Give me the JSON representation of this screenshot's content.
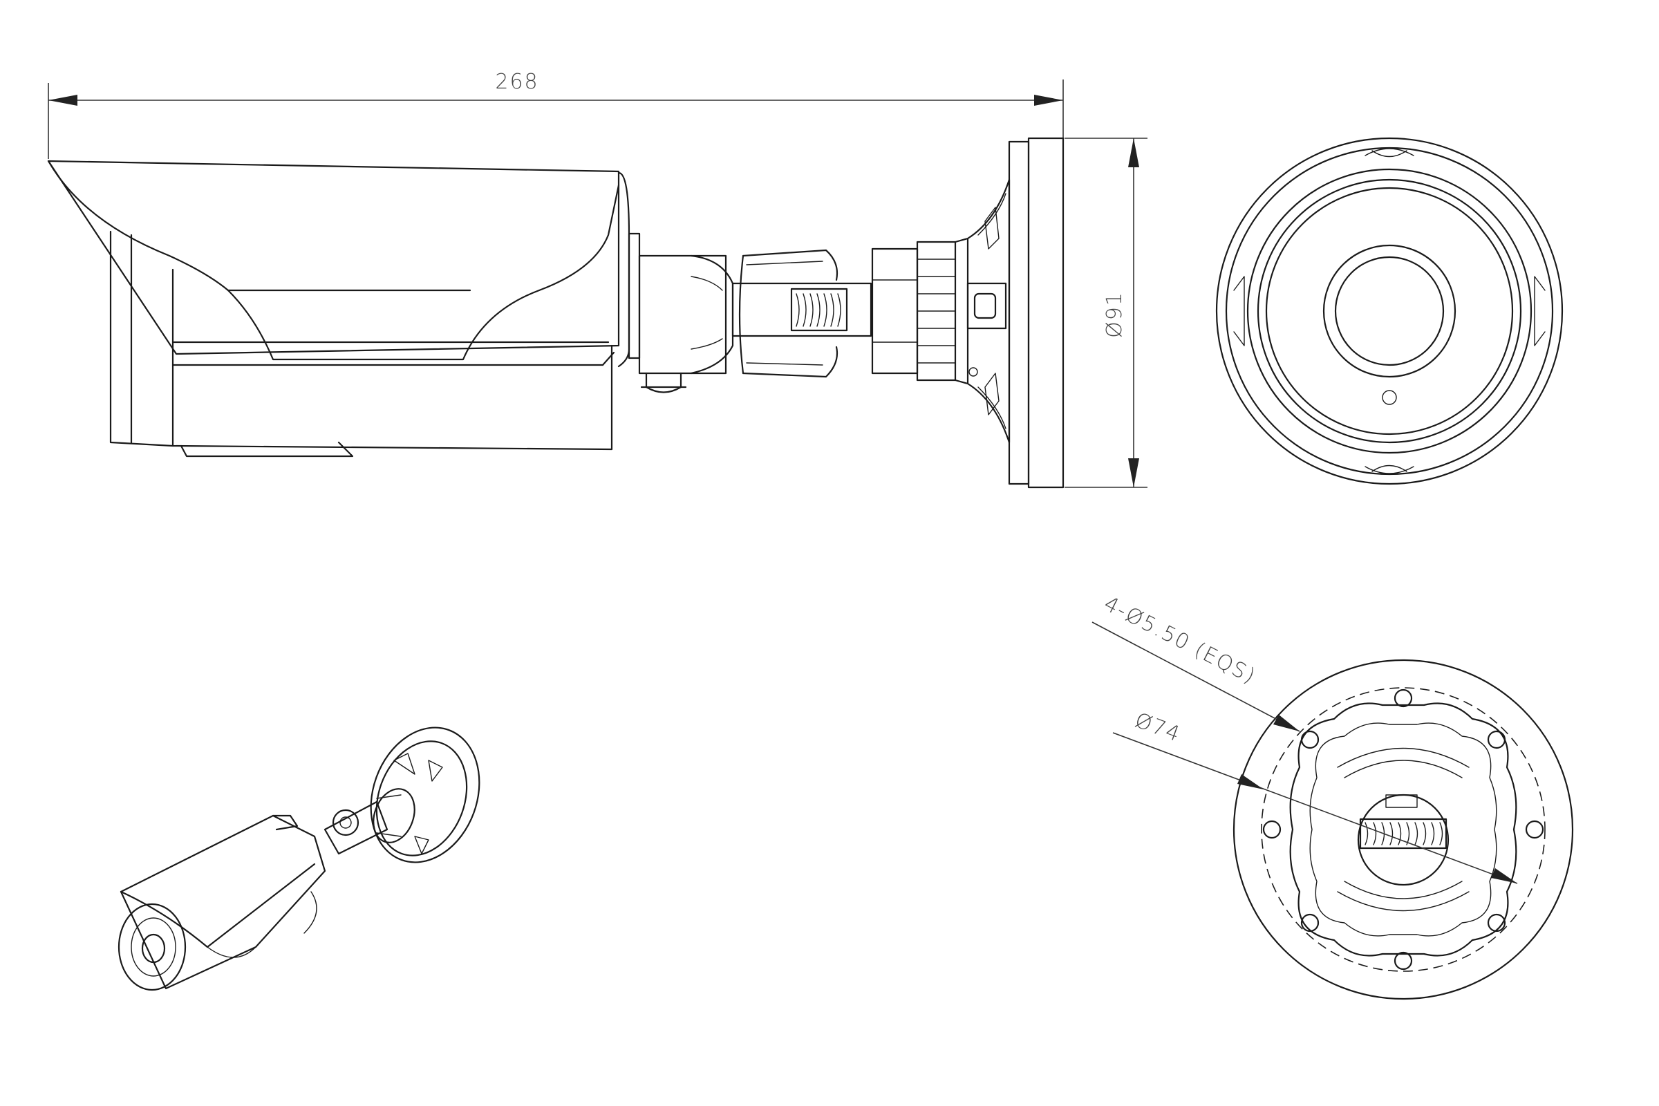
{
  "dimensions": {
    "overall_length": "268",
    "mount_diameter": "Ø91",
    "hole_callout": "4-Ø5.50 (EQS)",
    "bolt_circle": "Ø74"
  }
}
